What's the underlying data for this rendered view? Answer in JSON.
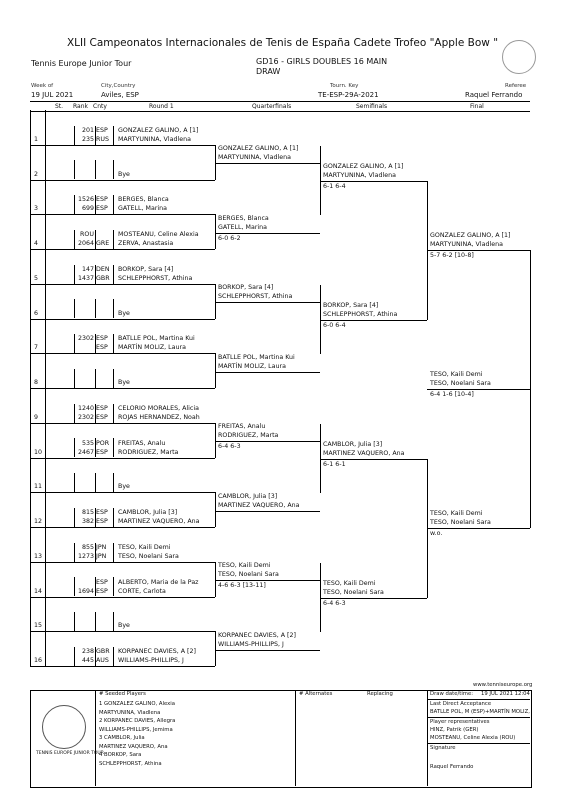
{
  "title": "XLII Campeonatos Internacionales de Tenis de España Cadete Trofeo \"Apple Bow \"",
  "tour": "Tennis Europe Junior Tour",
  "event_line1": "GD16 - GIRLS DOUBLES 16 MAIN",
  "event_line2": "DRAW",
  "week_label": "Week of",
  "city_label": "City,Country",
  "tourn_label": "Tourn. Key",
  "referee_label": "Referee",
  "week": "19 JUL 2021",
  "city": "Aviles, ESP",
  "tourn_key": "TE-ESP-29A-2021",
  "referee": "Raquel Ferrando",
  "col": {
    "st": "St.",
    "rank": "Rank",
    "cnty": "Cnty",
    "r1": "Round 1",
    "qf": "Quarterfinals",
    "sf": "Semifinals",
    "f": "Final"
  },
  "draw": [
    {
      "pos": "1",
      "r1": "201",
      "c1": "ESP",
      "p1": "GONZALEZ GALINO, A [1]",
      "r2": "235",
      "c2": "RUS",
      "p2": "MARTYUNINA, Vladlena"
    },
    {
      "pos": "2",
      "bye": "Bye"
    },
    {
      "pos": "3",
      "r1": "1526",
      "c1": "ESP",
      "p1": "BERGES, Blanca",
      "r2": "699",
      "c2": "ESP",
      "p2": "GATELL, Marina"
    },
    {
      "pos": "4",
      "r1": "ROU",
      "c1": "",
      "p1": "MOSTEANU, Celine Alexia",
      "r2": "2064",
      "c2": "GRE",
      "p2": "ZERVA, Anastasia"
    },
    {
      "pos": "5",
      "r1": "147",
      "c1": "DEN",
      "p1": "BORKOP, Sara [4]",
      "r2": "1437",
      "c2": "GBR",
      "p2": "SCHLEPPHORST, Athina"
    },
    {
      "pos": "6",
      "bye": "Bye"
    },
    {
      "pos": "7",
      "r1": "2302",
      "c1": "ESP",
      "p1": "BATLLE POL, Martina Kui",
      "r2": "",
      "c2": "ESP",
      "p2": "MARTÍN MOLIZ, Laura"
    },
    {
      "pos": "8",
      "bye": "Bye"
    },
    {
      "pos": "9",
      "r1": "1240",
      "c1": "ESP",
      "p1": "CELORIO MORALES, Alicia",
      "r2": "2302",
      "c2": "ESP",
      "p2": "ROJAS HERNANDEZ, Noah"
    },
    {
      "pos": "10",
      "r1": "535",
      "c1": "POR",
      "p1": "FREITAS, Analu",
      "r2": "2467",
      "c2": "ESP",
      "p2": "RODRIGUEZ, Marta"
    },
    {
      "pos": "11",
      "bye": "Bye"
    },
    {
      "pos": "12",
      "r1": "815",
      "c1": "ESP",
      "p1": "CAMBLOR, Julia [3]",
      "r2": "382",
      "c2": "ESP",
      "p2": "MARTINEZ VAQUERO, Ana"
    },
    {
      "pos": "13",
      "r1": "855",
      "c1": "JPN",
      "p1": "TESO, Kaili Demi",
      "r2": "1273",
      "c2": "JPN",
      "p2": "TESO, Noelani Sara"
    },
    {
      "pos": "14",
      "r1": "",
      "c1": "ESP",
      "p1": "ALBERTO, Maria de la Paz",
      "r2": "1694",
      "c2": "ESP",
      "p2": "CORTE, Carlota"
    },
    {
      "pos": "15",
      "bye": "Bye"
    },
    {
      "pos": "16",
      "r1": "238",
      "c1": "GBR",
      "p1": "KORPANEC DAVIES, A [2]",
      "r2": "445",
      "c2": "AUS",
      "p2": "WILLIAMS-PHILLIPS, J"
    }
  ],
  "qf": [
    {
      "a": "GONZALEZ GALINO, A [1]",
      "b": "MARTYUNINA, Vladlena",
      "s": ""
    },
    {
      "a": "BERGES, Blanca",
      "b": "GATELL, Marina",
      "s": "6-0 6-2"
    },
    {
      "a": "BORKOP, Sara [4]",
      "b": "SCHLEPPHORST, Athina",
      "s": ""
    },
    {
      "a": "BATLLE POL, Martina Kui",
      "b": "MARTÍN MOLIZ, Laura",
      "s": ""
    },
    {
      "a": "FREITAS, Analu",
      "b": "RODRIGUEZ, Marta",
      "s": "6-4 6-3"
    },
    {
      "a": "CAMBLOR, Julia [3]",
      "b": "MARTINEZ VAQUERO, Ana",
      "s": ""
    },
    {
      "a": "TESO, Kaili Demi",
      "b": "TESO, Noelani Sara",
      "s": "4-6 6-3 [13-11]"
    },
    {
      "a": "KORPANEC DAVIES, A [2]",
      "b": "WILLIAMS-PHILLIPS, J",
      "s": ""
    }
  ],
  "sf": [
    {
      "a": "GONZALEZ GALINO, A [1]",
      "b": "MARTYUNINA, Vladlena",
      "s": "6-1 6-4"
    },
    {
      "a": "BORKOP, Sara [4]",
      "b": "SCHLEPPHORST, Athina",
      "s": "6-0 6-4"
    },
    {
      "a": "CAMBLOR, Julia [3]",
      "b": "MARTINEZ VAQUERO, Ana",
      "s": "6-1 6-1"
    },
    {
      "a": "TESO, Kaili Demi",
      "b": "TESO, Noelani Sara",
      "s": "6-4 6-3"
    }
  ],
  "fin": [
    {
      "a": "GONZALEZ GALINO, A [1]",
      "b": "MARTYUNINA, Vladlena",
      "s": "5-7 6-2 [10-8]"
    },
    {
      "a": "TESO, Kaili Demi",
      "b": "TESO, Noelani Sara",
      "s": "w.o."
    }
  ],
  "winner": {
    "a": "TESO, Kaili Demi",
    "b": "TESO, Noelani Sara",
    "s": "6-4 1-6 [10-4]"
  },
  "footer": {
    "url": "www.tenniseurope.org",
    "logo_text": "TENNIS EUROPE JUNIOR TOUR",
    "seeded_hdr": "#  Seeded Players",
    "seeded": [
      "1  GONZALEZ GALINO, Alexia",
      "   MARTYUNINA, Vladlena",
      "2  KORPANEC DAVIES, Allegra",
      "   WILLIAMS-PHILLIPS, Jemima",
      "3  CAMBLOR, Julia",
      "   MARTINEZ VAQUERO, Ana",
      "4  BORKOP, Sara",
      "   SCHLEPPHORST, Athina"
    ],
    "alt_hdr": "# Alternates",
    "replacing": "Replacing",
    "datetime_label": "Draw date/time:",
    "datetime": "19 JUL 2021 12:04",
    "lda_label": "Last Direct Acceptance",
    "lda": "BATLLE POL, M (ESP)+MARTÍN MOLIZ,",
    "rep_label": "Player representatives",
    "rep1": "HINZ, Patrik (GER)",
    "rep2": "MOSTEANU, Celine Alexia (ROU)",
    "sig_label": "Signature",
    "sig": "Raquel Ferrando"
  }
}
